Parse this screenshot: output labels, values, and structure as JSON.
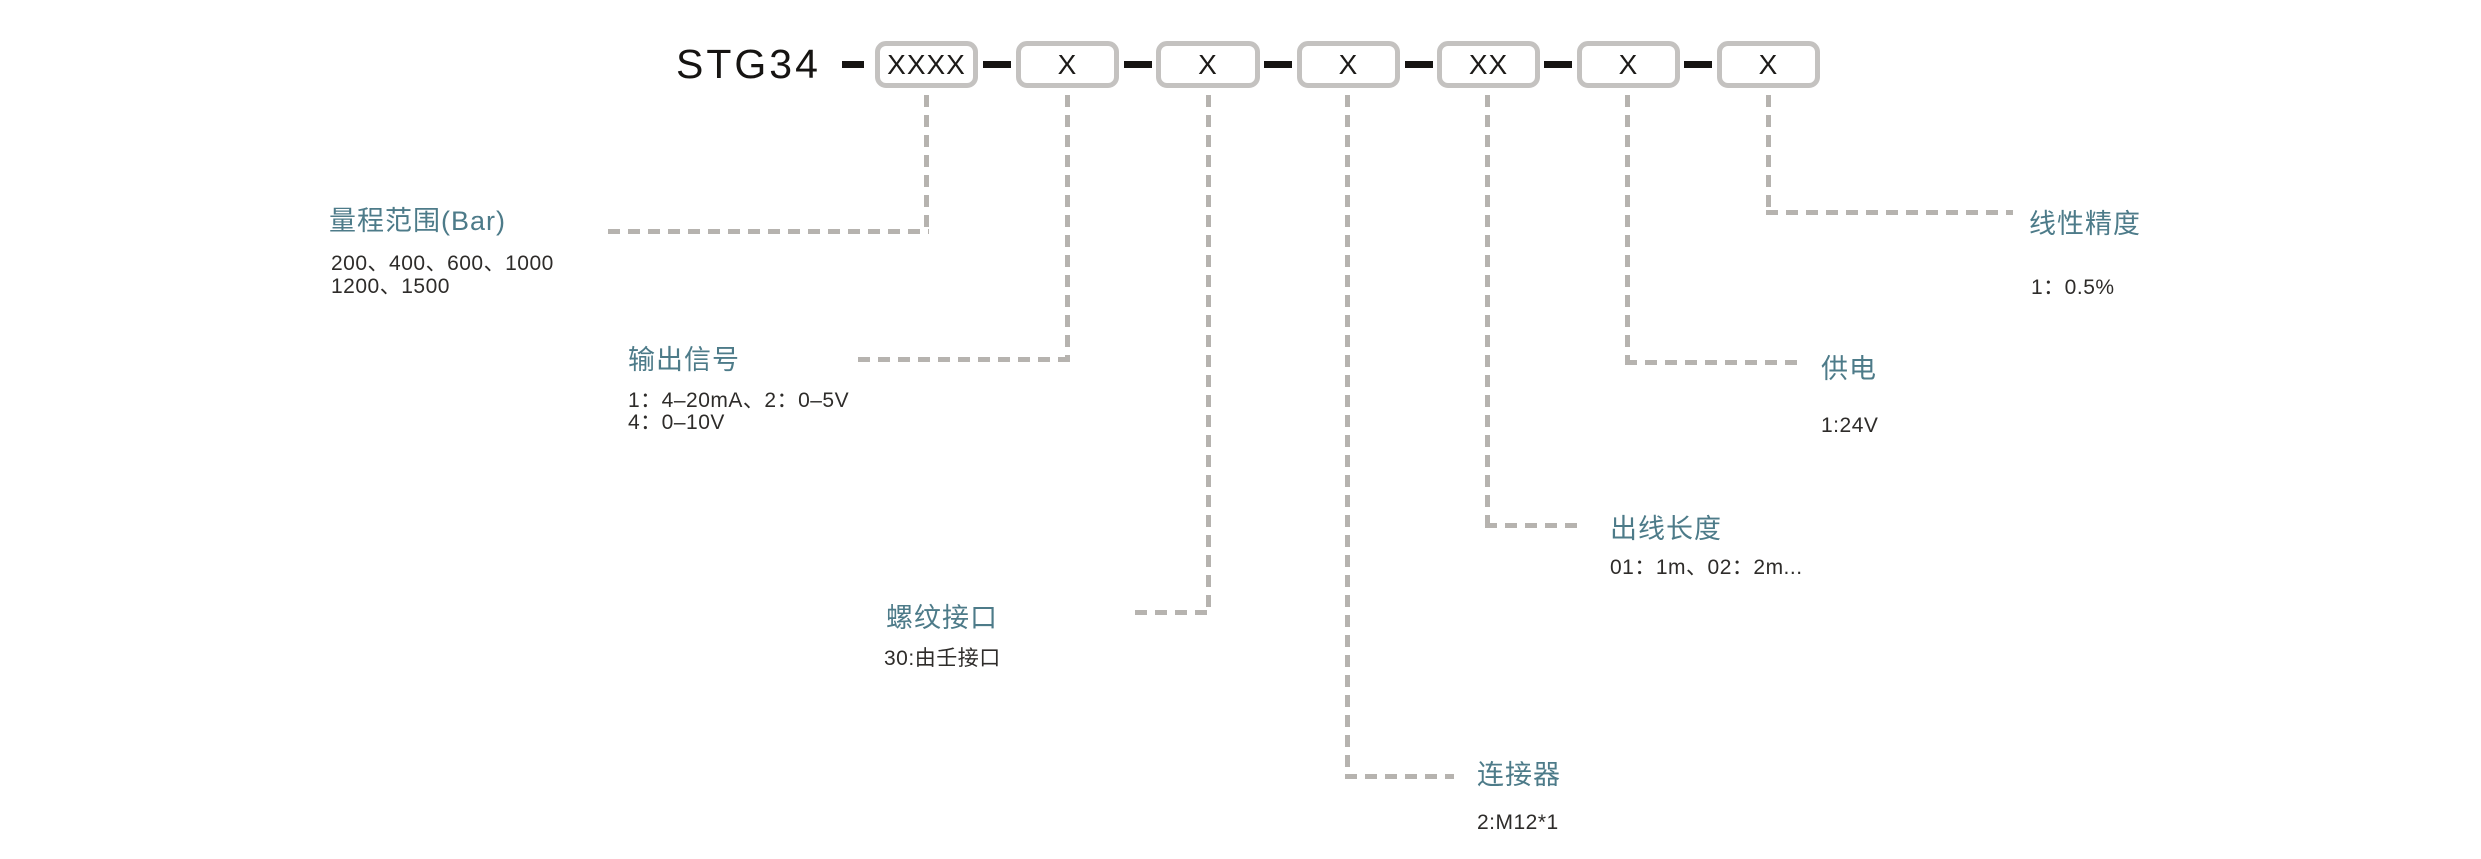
{
  "diagram": {
    "model": "STG34",
    "code_separator": "-",
    "code_boxes": [
      "XXXX",
      "X",
      "X",
      "X",
      "XX",
      "X",
      "X"
    ],
    "fields": [
      {
        "label": "量程范围(Bar)",
        "desc_lines": [
          "200、400、600、1000",
          "1200、1500"
        ],
        "box_index": 1,
        "side": "left"
      },
      {
        "label": "输出信号",
        "desc_lines": [
          "1：4–20mA、2：0–5V",
          "4：0–10V"
        ],
        "box_index": 2,
        "side": "left"
      },
      {
        "label": "螺纹接口",
        "desc_lines": [
          "30:由壬接口"
        ],
        "box_index": 3,
        "side": "left"
      },
      {
        "label": "连接器",
        "desc_lines": [
          "2:M12*1"
        ],
        "box_index": 4,
        "side": "right"
      },
      {
        "label": "出线长度",
        "desc_lines": [
          "01：1m、02：2m..."
        ],
        "box_index": 5,
        "side": "right"
      },
      {
        "label": "供电",
        "desc_lines": [
          "1:24V"
        ],
        "box_index": 6,
        "side": "right"
      },
      {
        "label": "线性精度",
        "desc_lines": [
          "1：0.5%"
        ],
        "box_index": 7,
        "side": "right"
      }
    ],
    "colors": {
      "label_teal": "#4d7b89",
      "desc_text": "#2e2c2a",
      "connector_dash_gray": "#b6b3af",
      "box_border_gray": "#c4c2c0",
      "code_black": "#161412"
    }
  }
}
